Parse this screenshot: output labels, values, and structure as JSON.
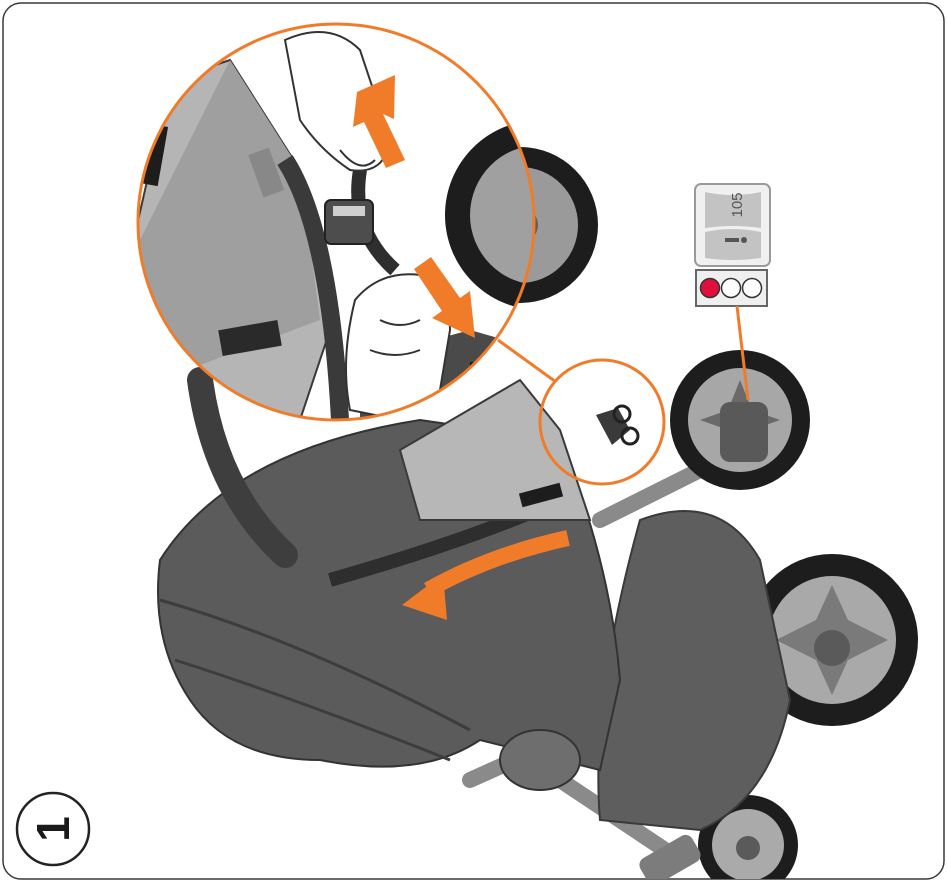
{
  "step": {
    "number": "1"
  },
  "reference_card": {
    "page": "105",
    "icon": "info-icon"
  },
  "indicator": {
    "dots": [
      "active",
      "inactive",
      "inactive"
    ],
    "active_color": "#e0103c"
  },
  "colors": {
    "accent": "#f07c2a",
    "product": "#5b5b5b",
    "frame": "#8a8a8a"
  },
  "icons": {
    "pull_up": "arrow-up-icon",
    "push_down": "arrow-down-icon",
    "rotate": "curved-arrow-icon"
  }
}
